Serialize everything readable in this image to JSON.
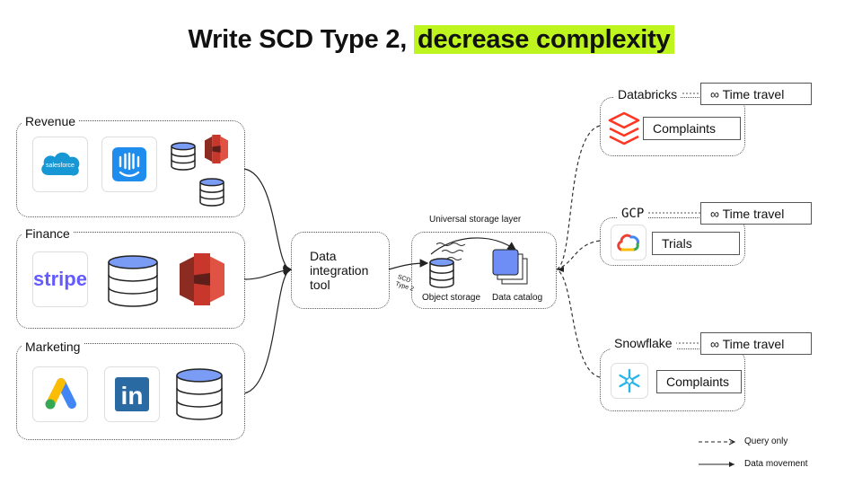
{
  "title": {
    "main": "Write SCD Type 2,",
    "highlight": "decrease complexity"
  },
  "sources": [
    {
      "label": "Revenue"
    },
    {
      "label": "Finance",
      "stripe_text": "stripe"
    },
    {
      "label": "Marketing",
      "linkedin_text": "in"
    }
  ],
  "salesforce_text": "salesforce",
  "integration": {
    "line1": "Data",
    "line2": "integration",
    "line3": "tool"
  },
  "storage": {
    "label": "Universal storage layer",
    "object_storage": "Object storage",
    "data_catalog": "Data catalog",
    "scd_line1": "SCD",
    "scd_line2": "Type 2"
  },
  "engines": [
    {
      "name": "Databricks",
      "feature": "∞ Time travel",
      "table": "Complaints"
    },
    {
      "name": "GCP",
      "feature": "∞ Time travel",
      "table": "Trials"
    },
    {
      "name": "Snowflake",
      "feature": "∞ Time travel",
      "table": "Complaints"
    }
  ],
  "legend": {
    "query_only": "Query only",
    "data_movement": "Data movement"
  },
  "colors": {
    "highlight": "#bff51f",
    "db_blue": "#7b9cf5",
    "aws_red": "#c7372c",
    "stripe": "#635bff",
    "linkedin": "#2a6aa3"
  }
}
